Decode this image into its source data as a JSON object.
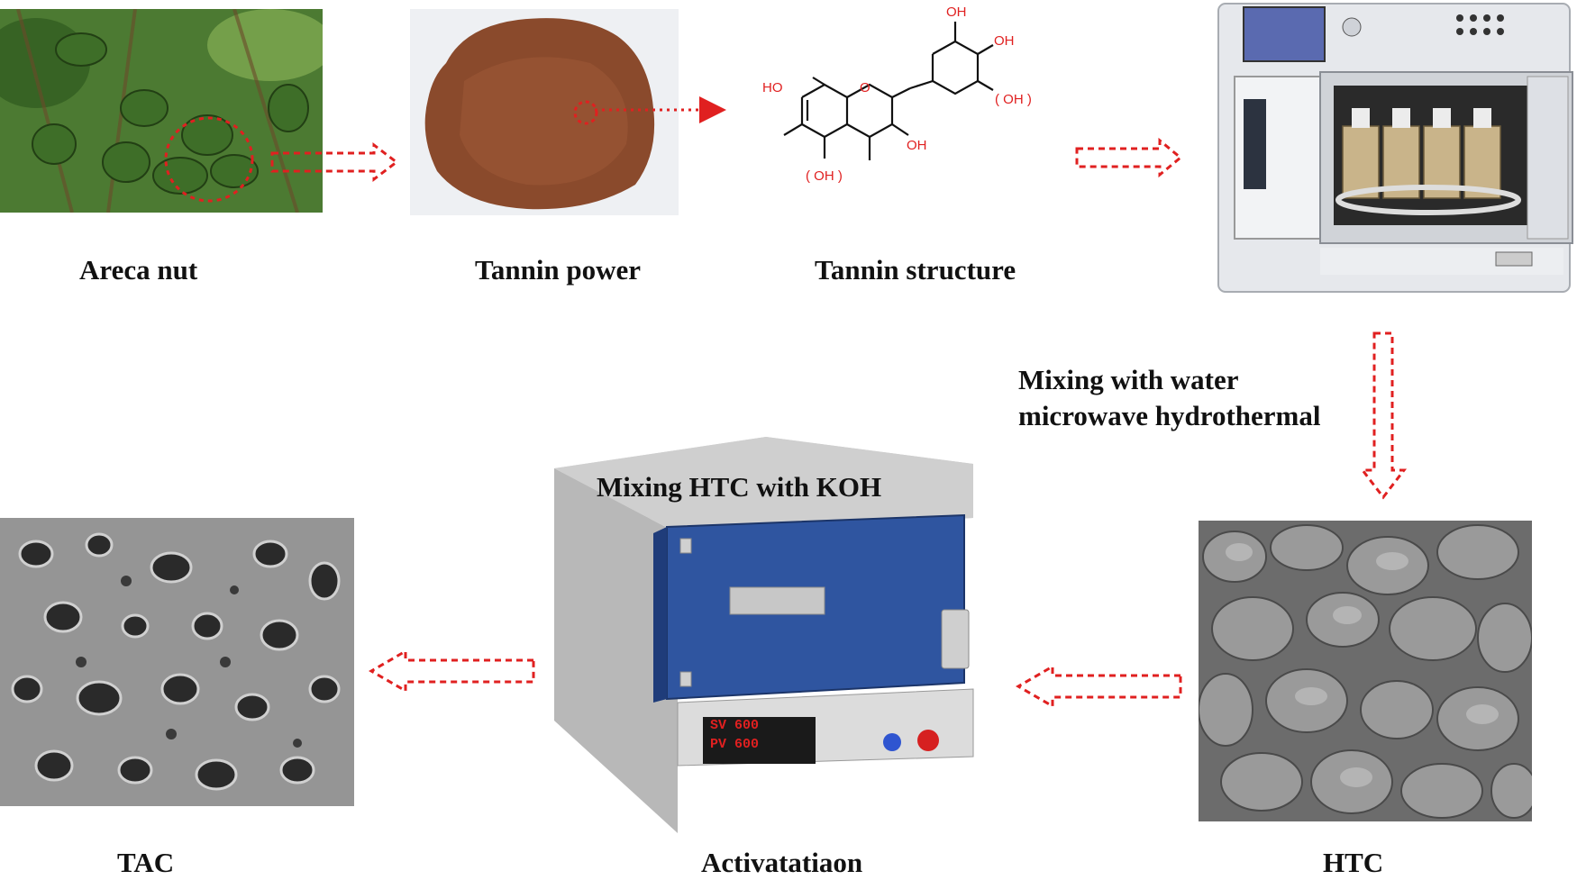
{
  "labels": {
    "areca": "Areca nut",
    "tannin_powder": "Tannin power",
    "tannin_structure": "Tannin structure",
    "mixing_water_1": "Mixing with water",
    "mixing_water_2": "microwave hydrothermal",
    "mixing_koh": "Mixing HTC with KOH",
    "tac": "TAC",
    "activation": "Activatatiaon",
    "htc": "HTC"
  },
  "structure": {
    "oh": "OH",
    "ho": "HO",
    "o": "O",
    "oh_bracket": "( OH )"
  },
  "furnace_display": {
    "sv": "SV  600",
    "pv": "PV  600"
  },
  "colors": {
    "arrow": "#e02020",
    "furnace_door": "#2f55a0",
    "furnace_body": "#c9c9c9"
  }
}
